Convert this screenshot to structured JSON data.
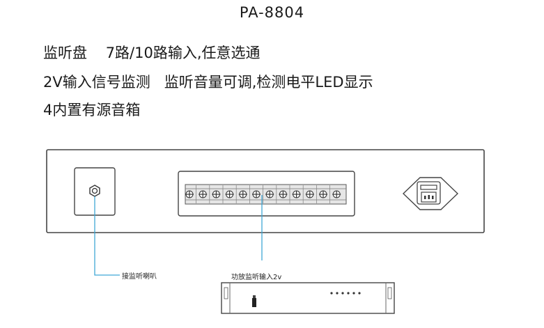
{
  "title": "PA-8804",
  "features": [
    "监听盘    7路/10路输入,任意选通",
    "2V输入信号监测   监听音量可调,检测电平LED显示",
    "4内置有源音箱"
  ],
  "callouts": {
    "speaker": "接监听喇叭",
    "amp_input": "功放监听输入2v"
  },
  "colors": {
    "outline": "#444444",
    "leader_line": "#3fa7d6",
    "terminal_fill": "#e6e6e6"
  }
}
